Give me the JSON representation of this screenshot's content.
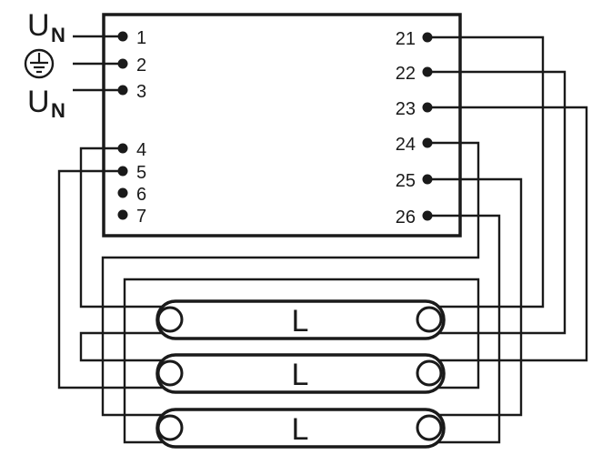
{
  "supply": {
    "un1": {
      "main": "U",
      "sub": "N"
    },
    "un2": {
      "main": "U",
      "sub": "N"
    },
    "earth_icon": "protective-earth-symbol"
  },
  "left_pins": [
    "1",
    "2",
    "3",
    "4",
    "5",
    "6",
    "7"
  ],
  "right_pins": [
    "21",
    "22",
    "23",
    "24",
    "25",
    "26"
  ],
  "lamps": [
    {
      "label": "L"
    },
    {
      "label": "L"
    },
    {
      "label": "L"
    }
  ],
  "colors": {
    "line": "#1a1a1a",
    "background": "#ffffff"
  }
}
